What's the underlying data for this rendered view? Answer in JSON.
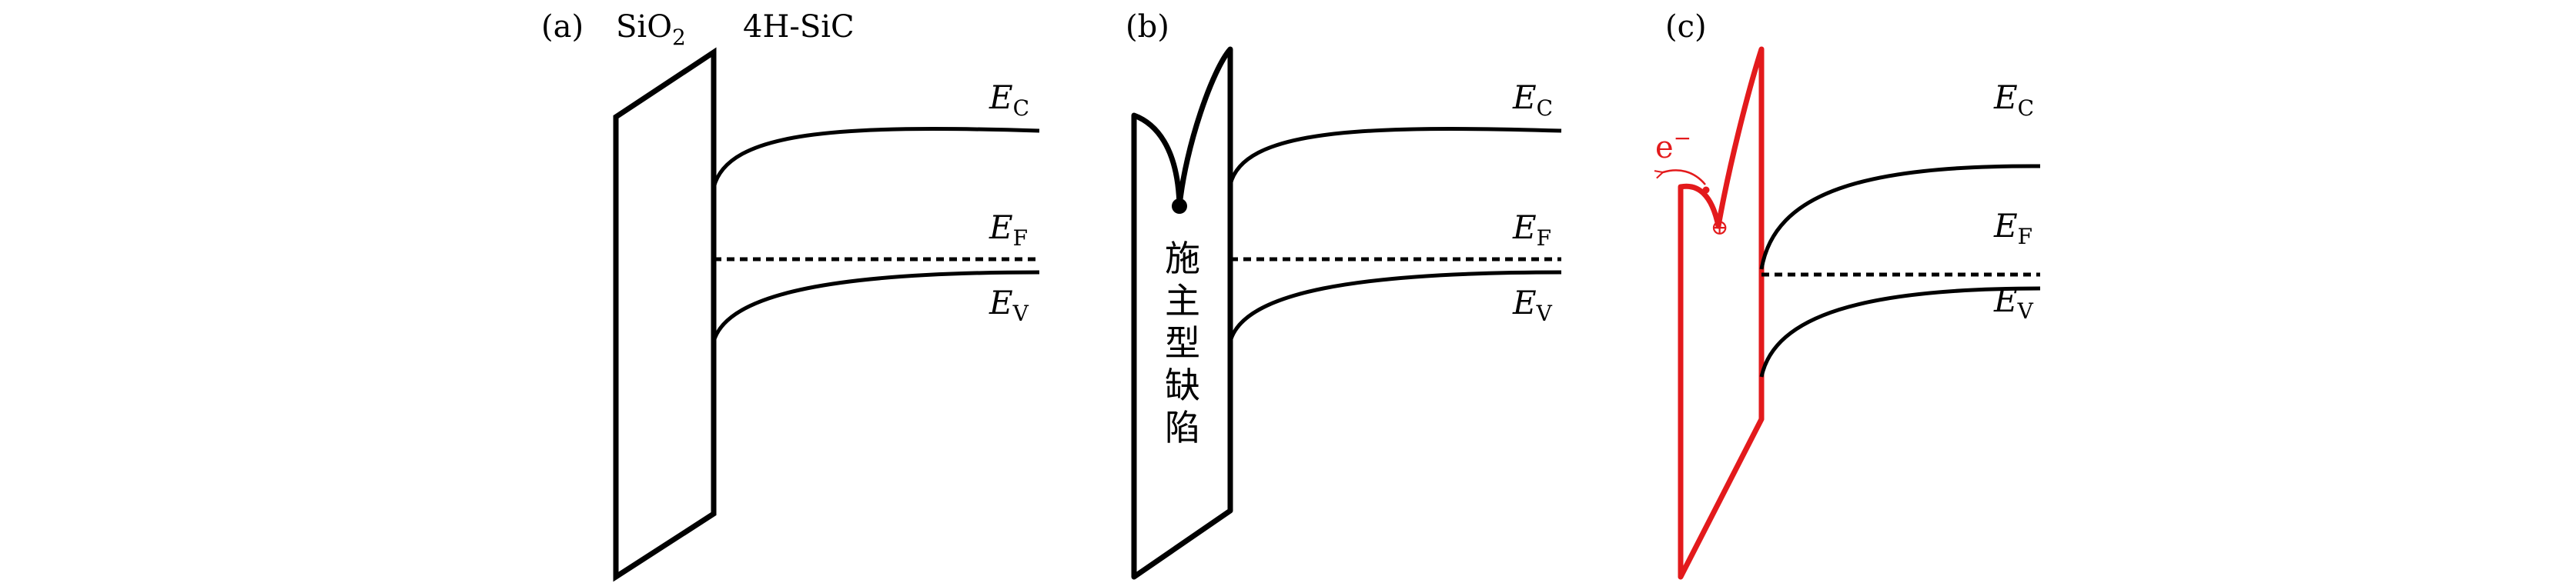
{
  "panels": [
    {
      "label": "(a)",
      "oxide_label": {
        "base": "SiO",
        "sub": "2"
      },
      "semiconductor_label": "4H-SiC",
      "bands": [
        {
          "sym": "E",
          "sub": "C"
        },
        {
          "sym": "E",
          "sub": "F"
        },
        {
          "sym": "E",
          "sub": "V"
        }
      ]
    },
    {
      "label": "(b)",
      "defect_label": [
        "施",
        "主",
        "型",
        "缺",
        "陷"
      ],
      "bands": [
        {
          "sym": "E",
          "sub": "C"
        },
        {
          "sym": "E",
          "sub": "F"
        },
        {
          "sym": "E",
          "sub": "V"
        }
      ]
    },
    {
      "label": "(c)",
      "electron_label": {
        "base": "e",
        "sup": "−"
      },
      "hole_symbol": "⊕",
      "bands": [
        {
          "sym": "E",
          "sub": "C"
        },
        {
          "sym": "E",
          "sub": "F"
        },
        {
          "sym": "E",
          "sub": "V"
        }
      ]
    }
  ],
  "colors": {
    "line": "#000000",
    "highlight": "#e31a1c"
  }
}
